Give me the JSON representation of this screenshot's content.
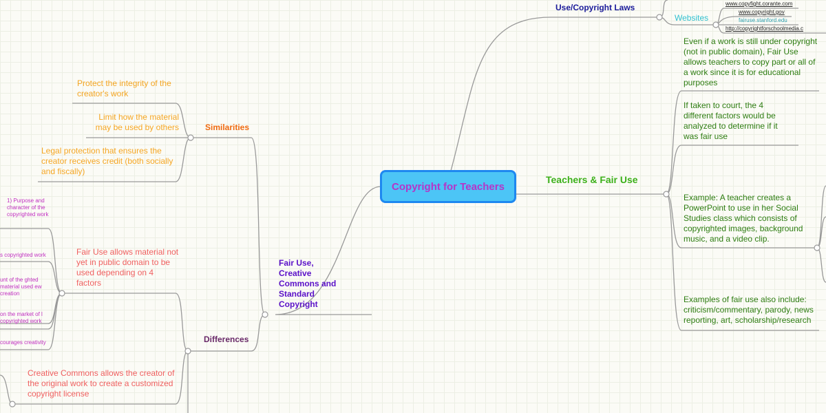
{
  "center": "Copyright for Teachers",
  "left": {
    "main": "Fair Use, Creative Commons and Standard Copyright",
    "similarities": {
      "label": "Similarities",
      "items": [
        "Protect the integrity of the creator's work",
        "Limit how the material may be used by others",
        "Legal protection that ensures the creator receives credit (both socially and fiscally)"
      ]
    },
    "differences": {
      "label": "Differences",
      "fair_use": "Fair Use allows material not yet in public domain to be used depending on 4 factors",
      "factors": [
        "1) Purpose and character of the copyrighted work",
        "s copyrighted work",
        "unt of the ghted material used ew creation",
        "on the market of l copyrighted work",
        "courages creativity"
      ],
      "creative_commons": "Creative Commons allows the creator of the original work to create a customized copyright license"
    }
  },
  "right": {
    "laws": {
      "label": "Use/Copyright Laws",
      "websites_label": "Websites",
      "links": [
        "www.copyfight.corante.com",
        "www.copyright.gov",
        "fairuse.stanford.edu",
        "http://copyrightforschoolmedia.c"
      ]
    },
    "teachers": {
      "label": "Teachers & Fair Use",
      "items": [
        "Even if a work is still under copyright (not in public domain), Fair Use allows teachers to copy part or all of a work since it is for educational purposes",
        "If taken to court, the 4 different factors would be analyzed to determine if it was fair use",
        "Example: A teacher creates a PowerPoint to use in her Social Studies class which consists of copyrighted images, background music, and a video clip.",
        "Examples of fair use also include: criticism/commentary, parody, news reporting, art, scholarship/research"
      ]
    }
  },
  "colors": {
    "center_fill": "#4cc5f6",
    "center_border": "#1e88f0",
    "orange": "#f5a623",
    "red": "#f06060",
    "purple": "#c030c0",
    "green": "#2e7d12",
    "teachers": "#3cb01a"
  }
}
